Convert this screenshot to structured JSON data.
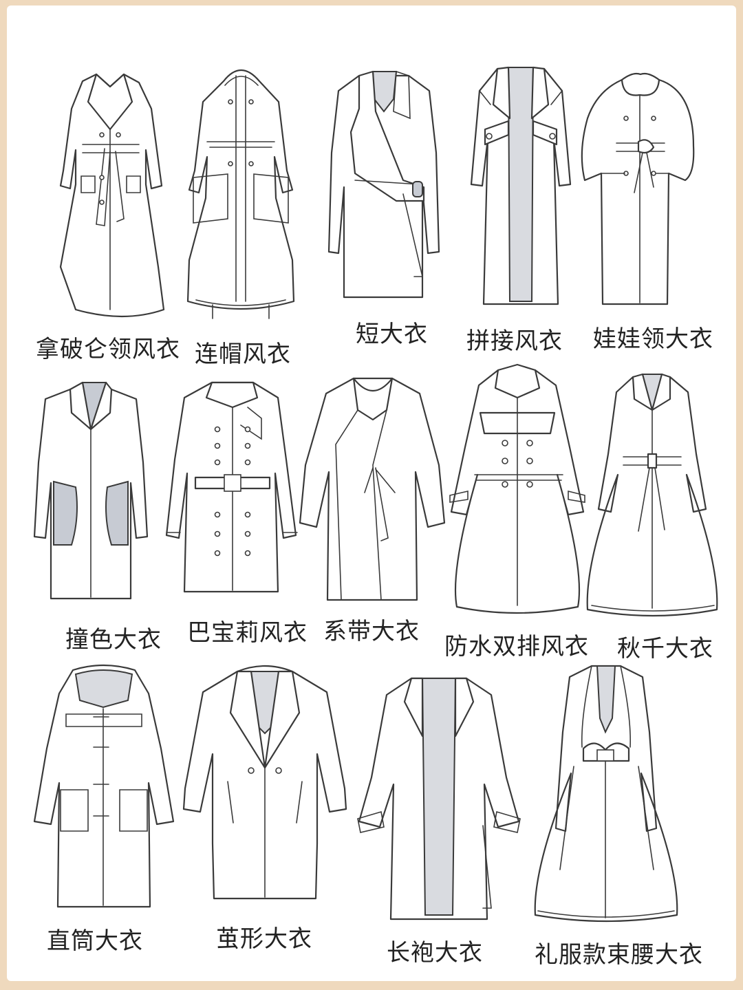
{
  "palette": {
    "background": "#efd9bd",
    "sheet": "#ffffff",
    "line": "#3a3a3a",
    "lining": "#d9dbe0"
  },
  "coats": [
    {
      "label": "拿破仑领风衣",
      "icon": "napoleon-collar-trench-icon"
    },
    {
      "label": "连帽风衣",
      "icon": "hooded-trench-icon"
    },
    {
      "label": "短大衣",
      "icon": "short-coat-icon"
    },
    {
      "label": "拼接风衣",
      "icon": "patchwork-trench-icon"
    },
    {
      "label": "娃娃领大衣",
      "icon": "peter-pan-collar-coat-icon"
    },
    {
      "label": "撞色大衣",
      "icon": "color-block-coat-icon"
    },
    {
      "label": "巴宝莉风衣",
      "icon": "burberry-trench-icon"
    },
    {
      "label": "系带大衣",
      "icon": "tie-belt-coat-icon"
    },
    {
      "label": "防水双排风衣",
      "icon": "waterproof-double-breasted-trench-icon"
    },
    {
      "label": "秋千大衣",
      "icon": "swing-coat-icon"
    },
    {
      "label": "直筒大衣",
      "icon": "straight-coat-icon"
    },
    {
      "label": "茧形大衣",
      "icon": "cocoon-coat-icon"
    },
    {
      "label": "长袍大衣",
      "icon": "robe-coat-icon"
    },
    {
      "label": "礼服款束腰大衣",
      "icon": "dress-cinched-waist-coat-icon"
    }
  ]
}
